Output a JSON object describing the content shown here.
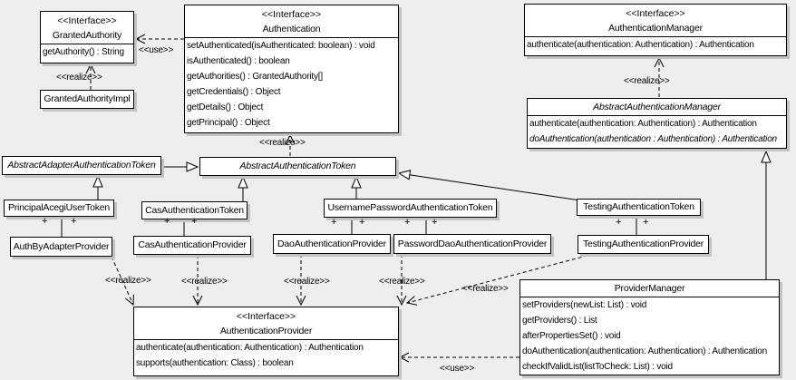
{
  "labels": {
    "use": "<<use>>",
    "realize": "<<realize>>",
    "multiplicity": "+"
  },
  "colors": {
    "background": "#eeeeee",
    "box_fill": "#ffffff",
    "box_border": "#000000",
    "box_shadow": "#c3c3c3",
    "line": "#000000"
  },
  "classes": {
    "grantedAuthority": {
      "stereotype": "<<Interface>>",
      "name": "GrantedAuthority",
      "methods": [
        "getAuthority() : String"
      ]
    },
    "grantedAuthorityImpl": {
      "name": "GrantedAuthorityImpl"
    },
    "authentication": {
      "stereotype": "<<Interface>>",
      "name": "Authentication",
      "methods": [
        "setAuthenticated(isAuthenticated: boolean) : void",
        "isAuthenticated() : boolean",
        "getAuthorities() : GrantedAuthority[]",
        "getCredentials() : Object",
        "getDetails() : Object",
        "getPrincipal() : Object"
      ]
    },
    "authenticationManager": {
      "stereotype": "<<Interface>>",
      "name": "AuthenticationManager",
      "methods": [
        "authenticate(authentication: Authentication) : Authentication"
      ]
    },
    "abstractAuthenticationManager": {
      "name": "AbstractAuthenticationManager",
      "methods": [
        "authenticate(authentication: Authentication) : Authentication",
        {
          "text": "doAuthentication(authentication : Authentication) : Authentication",
          "italic": true
        }
      ]
    },
    "abstractAdapterAuthenticationToken": {
      "name": "AbstractAdapterAuthenticationToken"
    },
    "abstractAuthenticationToken": {
      "name": "AbstractAuthenticationToken"
    },
    "principalAcegiUserToken": {
      "name": "PrincipalAcegiUserToken"
    },
    "casAuthenticationToken": {
      "name": "CasAuthenticationToken"
    },
    "usernamePasswordAuthenticationToken": {
      "name": "UsernamePasswordAuthenticationToken"
    },
    "testingAuthenticationToken": {
      "name": "TestingAuthenticationToken"
    },
    "authByAdapterProvider": {
      "name": "AuthByAdapterProvider"
    },
    "casAuthenticationProvider": {
      "name": "CasAuthenticationProvider"
    },
    "daoAuthenticationProvider": {
      "name": "DaoAuthenticationProvider"
    },
    "passwordDaoAuthenticationProvider": {
      "name": "PasswordDaoAuthenticationProvider"
    },
    "testingAuthenticationProvider": {
      "name": "TestingAuthenticationProvider"
    },
    "authenticationProvider": {
      "stereotype": "<<Interface>>",
      "name": "AuthenticationProvider",
      "methods": [
        "authenticate(authentication: Authentication) : Authentication",
        "supports(authentication: Class) : boolean"
      ]
    },
    "providerManager": {
      "name": "ProviderManager",
      "methods": [
        "setProviders(newList: List) : void",
        "getProviders() : List",
        "afterPropertiesSet() : void",
        "doAuthentication(authentication: Authentication) : Authentication",
        "checkIfValidList(listToCheck: List) : void"
      ]
    }
  }
}
